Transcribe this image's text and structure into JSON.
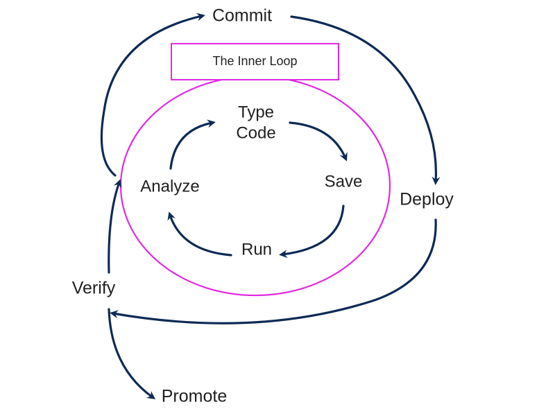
{
  "diagram": {
    "title": "The Inner Loop",
    "inner_loop": {
      "nodes": [
        "Type",
        "Code",
        "Save",
        "Run",
        "Analyze"
      ]
    },
    "outer_loop": {
      "nodes": [
        "Commit",
        "Deploy",
        "Verify",
        "Promote"
      ]
    },
    "colors": {
      "arrow": "#0e2a55",
      "loop_outline": "#e12ae1",
      "text": "#1f1f1f",
      "background": "#ffffff"
    }
  }
}
